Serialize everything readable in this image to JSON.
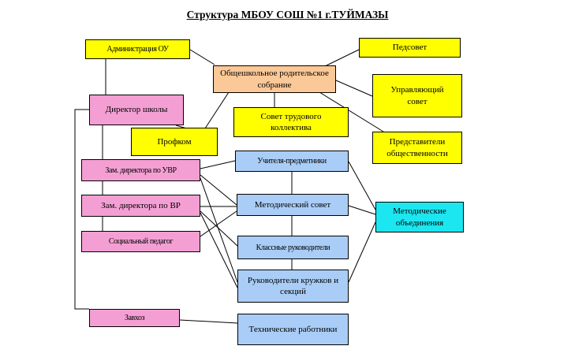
{
  "title": "Структура МБОУ СОШ №1 г.ТУЙМАЗЫ",
  "colors": {
    "yellow": "#ffff00",
    "peach": "#fbc898",
    "pink": "#f49fd3",
    "blue": "#a9cdf6",
    "cyan": "#1ce6f0",
    "line": "#000000"
  },
  "nodes": {
    "administration": "Администрация ОУ",
    "pedsovet": "Педсовет",
    "parent_meeting": "Общешкольное родительское собрание",
    "governing_council": "Управляющий совет",
    "director": "Директор школы",
    "labor_council": "Совет трудового коллектива",
    "trade_union": "Профком",
    "public_reps": "Представители общественности",
    "deputy_uvr": "Зам. директора по УВР",
    "subject_teachers": "Учителя-предметники",
    "deputy_vr": "Зам. директора по ВР",
    "methodical_council": "Методический совет",
    "methodical_associations": "Методические объединения",
    "social_pedagogue": "Социальный педагог",
    "class_teachers": "Классные руководители",
    "club_leaders": "Руководители кружков и секций",
    "caretaker": "Завхоз",
    "technical_staff": "Технические работники"
  }
}
